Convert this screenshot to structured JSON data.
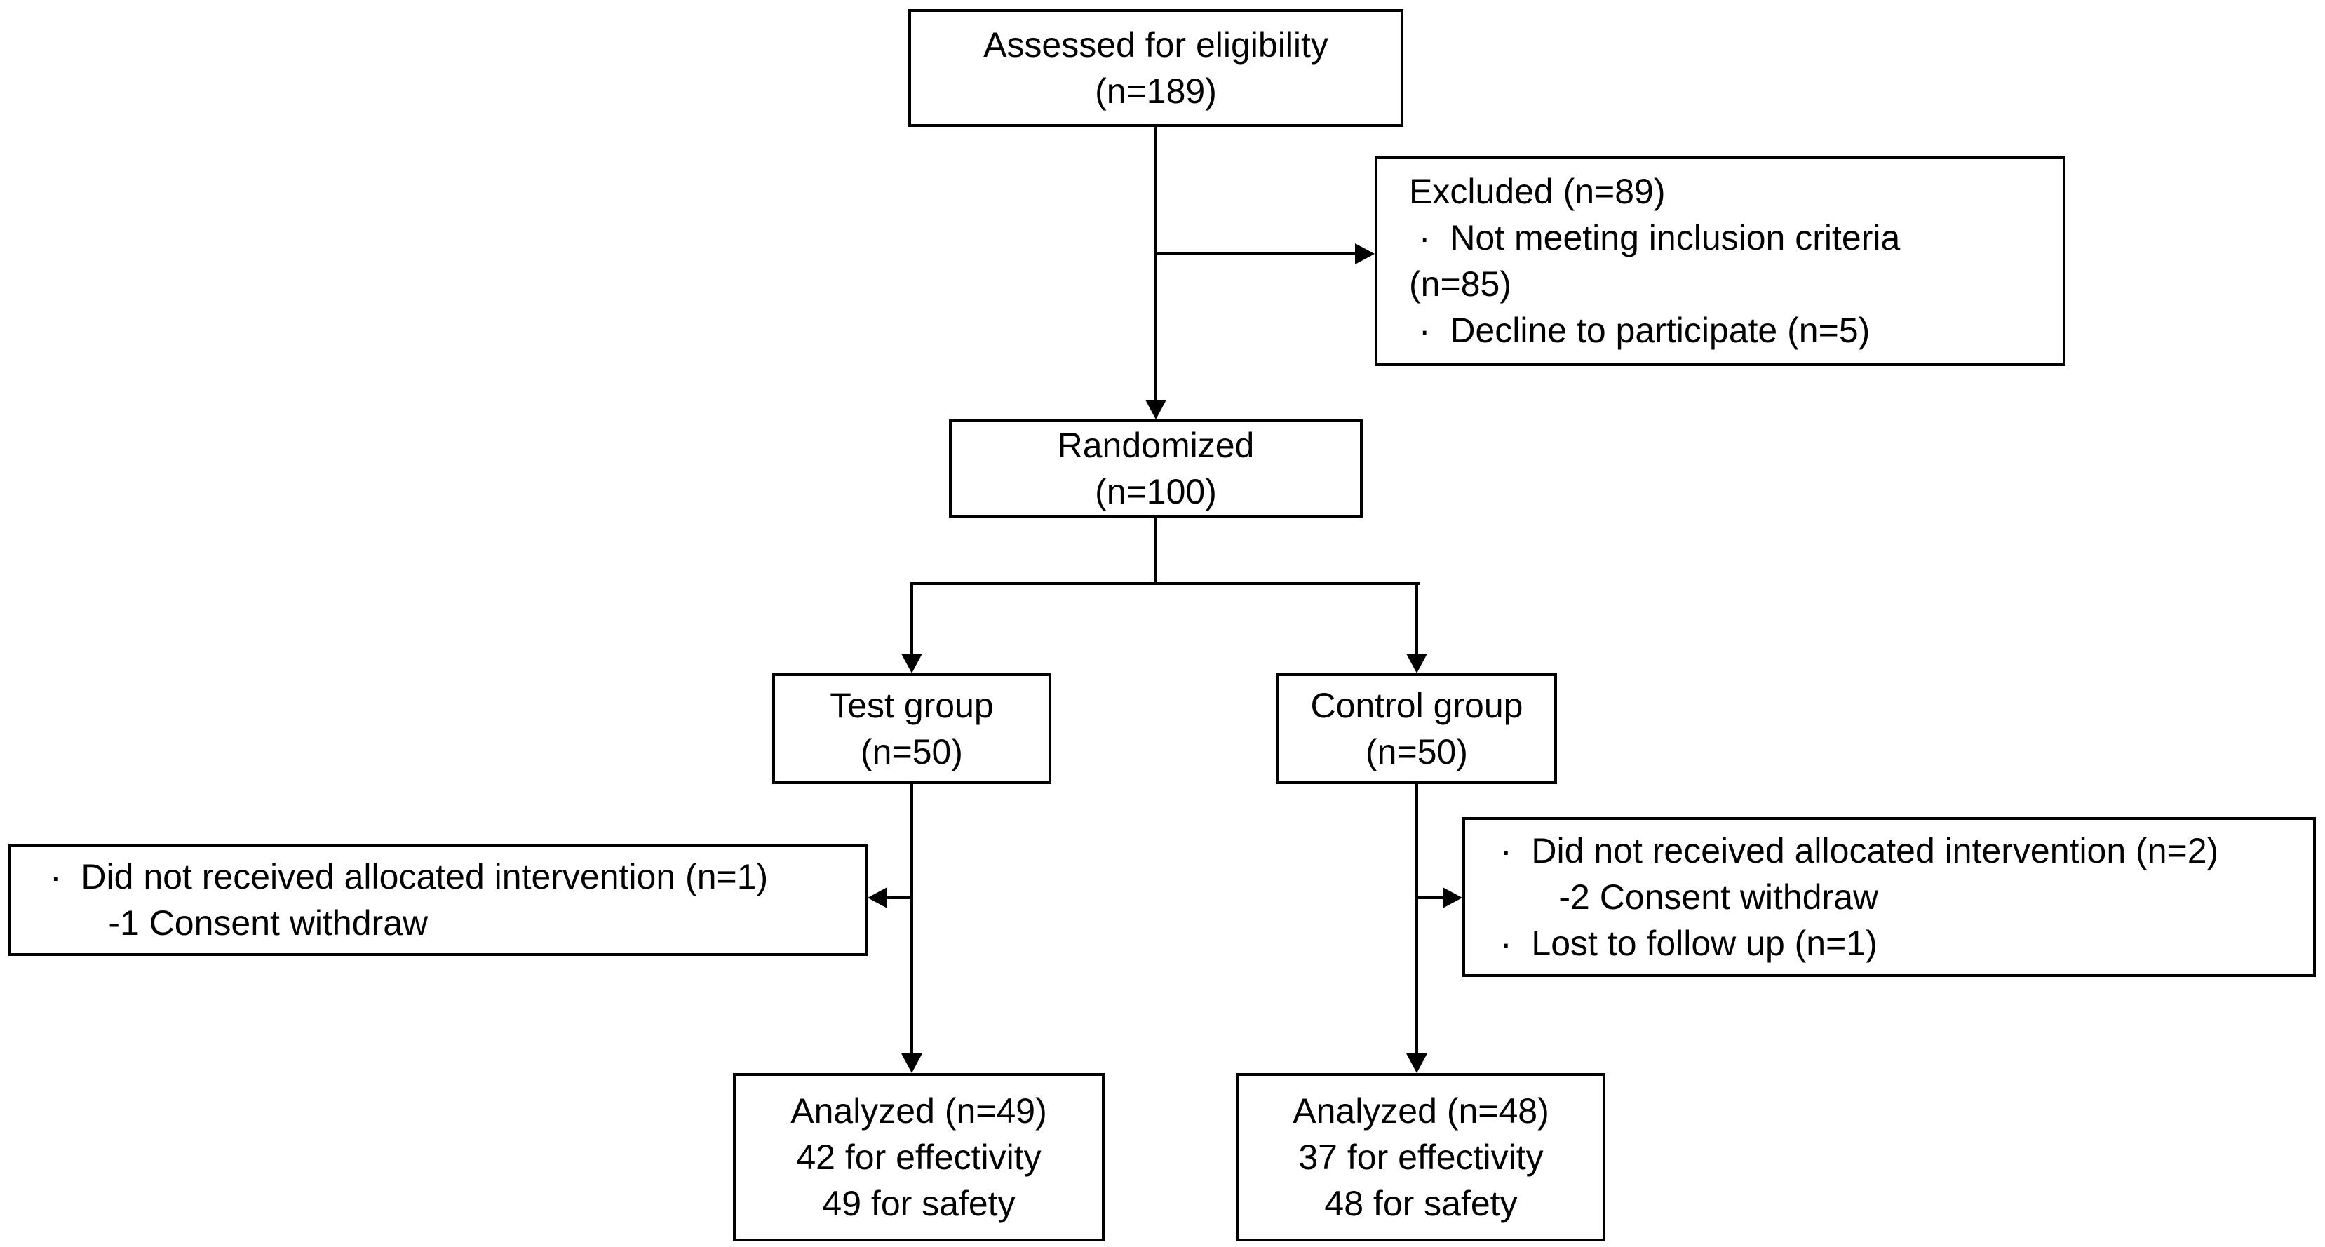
{
  "diagram": {
    "type": "consort-flow-diagram",
    "colors": {
      "stroke": "#000000",
      "background": "#ffffff",
      "text": "#000000"
    },
    "boxes": {
      "assessed": {
        "line1": "Assessed for eligibility",
        "line2": "(n=189)"
      },
      "excluded": {
        "line1": "Excluded (n=89)",
        "line2": " ·  Not meeting inclusion criteria",
        "line3": "(n=85)",
        "line4": " ·  Decline to participate (n=5)"
      },
      "randomized": {
        "line1": "Randomized",
        "line2": "(n=100)"
      },
      "test_group": {
        "line1": "Test group",
        "line2": "(n=50)"
      },
      "control_group": {
        "line1": "Control group",
        "line2": "(n=50)"
      },
      "test_dropout": {
        "line1": "·  Did not received allocated intervention (n=1)",
        "line2": "      -1 Consent withdraw"
      },
      "control_dropout": {
        "line1": "·  Did not received allocated intervention (n=2)",
        "line2": "      -2 Consent withdraw",
        "line3": "·  Lost to follow up (n=1)"
      },
      "analyzed_test": {
        "line1": "Analyzed (n=49)",
        "line2": "42 for effectivity",
        "line3": "49 for safety"
      },
      "analyzed_control": {
        "line1": "Analyzed (n=48)",
        "line2": "37 for effectivity",
        "line3": "48 for safety"
      }
    }
  }
}
